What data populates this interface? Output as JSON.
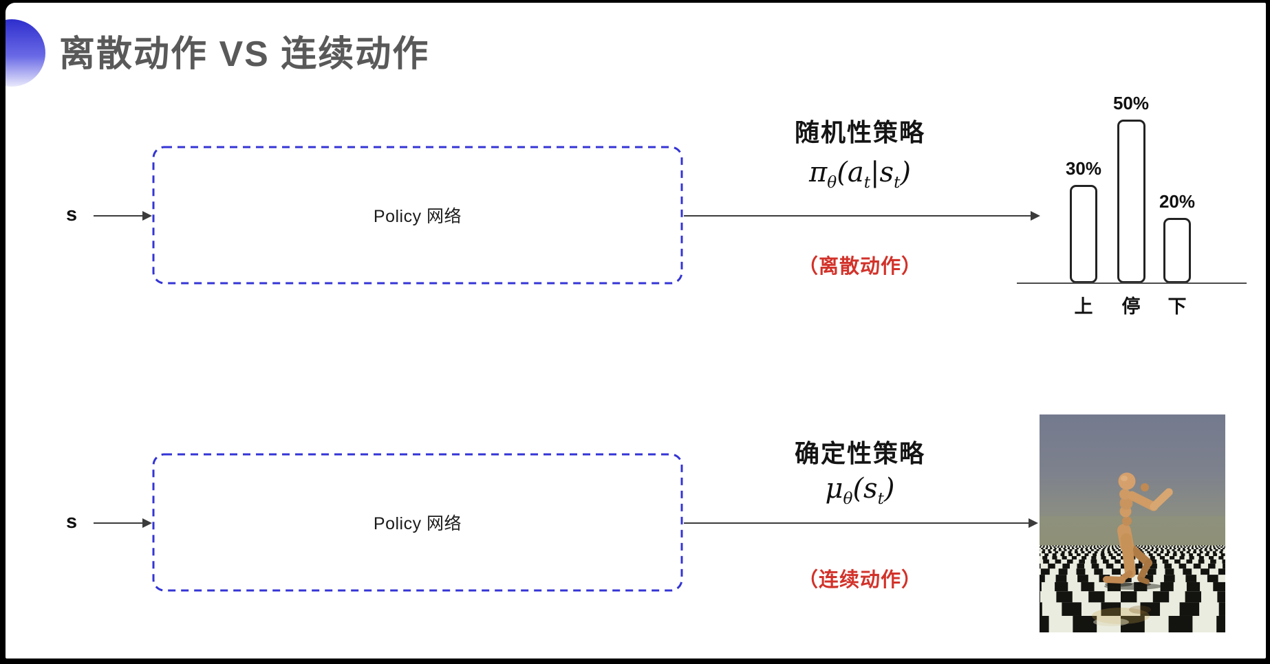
{
  "slide_title": "离散动作 VS 连续动作",
  "diagram_rows": [
    {
      "input_label": "s",
      "box_label": "Policy 网络",
      "policy_type": "随机性策略",
      "formula": {
        "base": "π",
        "base_sub": "θ",
        "mid1": "(a",
        "sub1": "t",
        "mid2": "|s",
        "sub2": "t",
        "end": ")"
      },
      "action_note": "（离散动作）"
    },
    {
      "input_label": "s",
      "box_label": "Policy 网络",
      "policy_type": "确定性策略",
      "formula": {
        "base": "μ",
        "base_sub": "θ",
        "mid1": "(s",
        "sub1": "t",
        "mid2": "",
        "sub2": "",
        "end": ")"
      },
      "action_note": "（连续动作）"
    }
  ],
  "chart_data": {
    "type": "bar",
    "title": "",
    "xlabel": "",
    "ylabel": "",
    "categories": [
      "上",
      "停",
      "下"
    ],
    "values": [
      30,
      50,
      20
    ],
    "value_labels": [
      "30%",
      "50%",
      "20%"
    ],
    "ylim": [
      0,
      55
    ],
    "grid": false,
    "legend": false,
    "bar_style": "outlined-rounded-white"
  },
  "simulation_image": {
    "subject": "humanoid-robot-running-on-checkerboard-floor"
  },
  "colors": {
    "title_text": "#595959",
    "box_border": "#3434d6",
    "action_note_red": "#d2322a",
    "accent_circle_top": "#2e2ecd",
    "accent_circle_bottom": "#e9e9fc",
    "arrow": "#3b3b3b"
  }
}
